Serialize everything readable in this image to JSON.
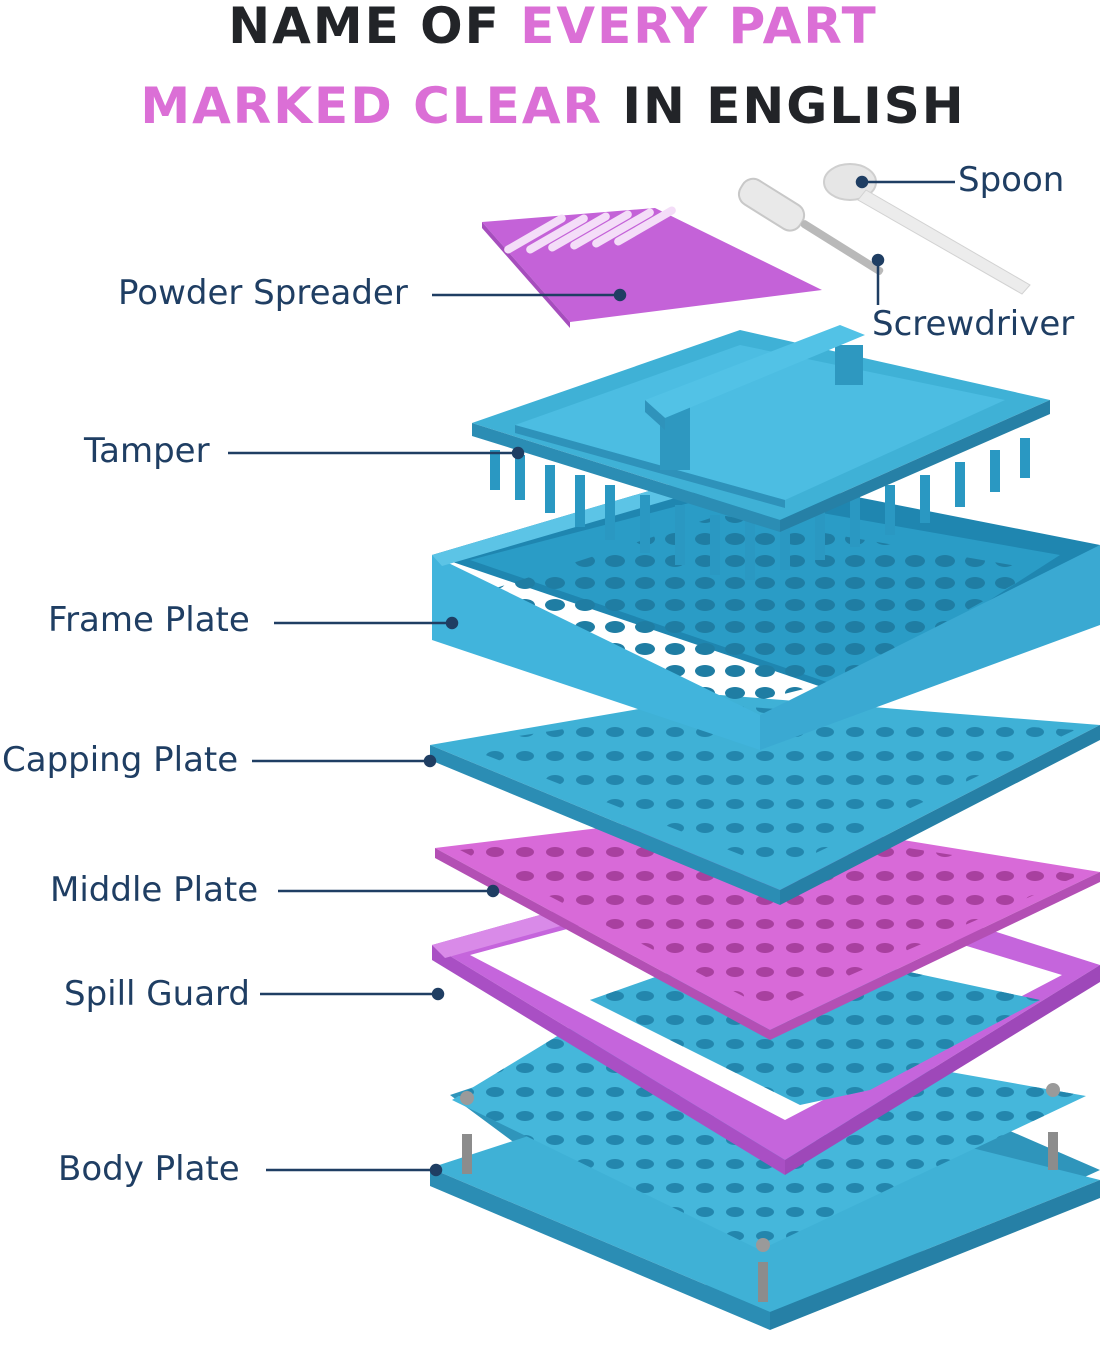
{
  "title": {
    "line1_part1": "NAME OF ",
    "line1_part2": "EVERY PART",
    "line2_part1": "MARKED CLEAR",
    "line2_part2": " IN ENGLISH"
  },
  "colors": {
    "accent_pink": "#db6fd6",
    "heading_dark": "#222428",
    "label_navy": "#1f3e63",
    "plate_blue": "#3fb1d6",
    "plate_pink": "#d86ad8",
    "spill_guard_purple": "#c565dc"
  },
  "parts": {
    "spoon": "Spoon",
    "screwdriver": "Screwdriver",
    "powder_spreader": "Powder Spreader",
    "tamper": "Tamper",
    "frame_plate": "Frame Plate",
    "capping_plate": "Capping Plate",
    "middle_plate": "Middle Plate",
    "spill_guard": "Spill Guard",
    "body_plate": "Body Plate"
  }
}
